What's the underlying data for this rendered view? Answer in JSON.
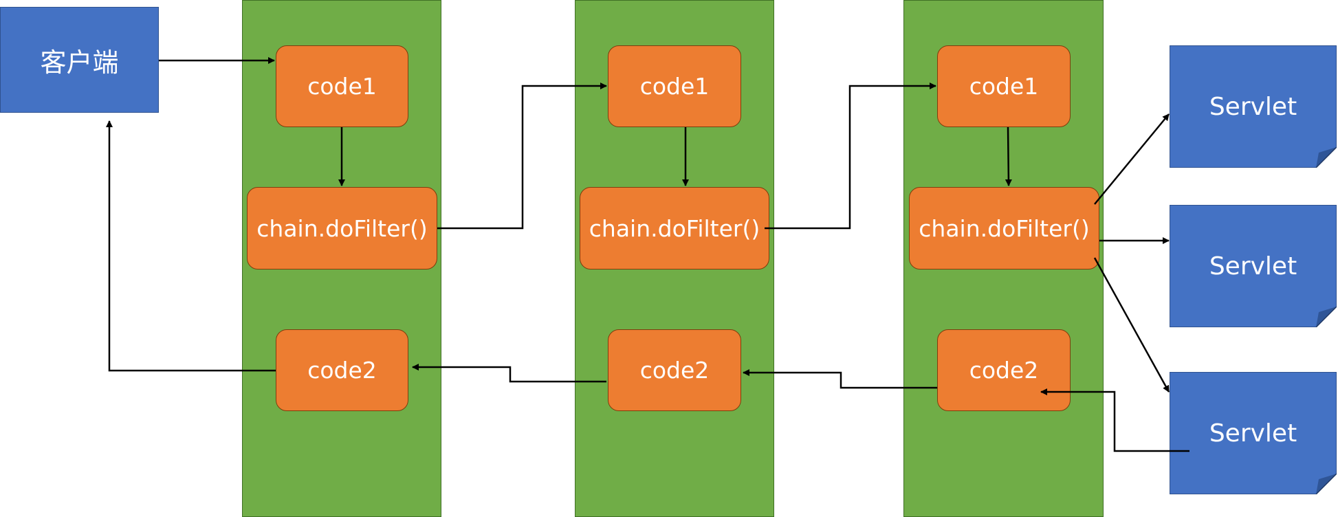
{
  "client": {
    "label": "客户端"
  },
  "filters": [
    {
      "code1": "code1",
      "chain": "chain.doFilter()",
      "code2": "code2"
    },
    {
      "code1": "code1",
      "chain": "chain.doFilter()",
      "code2": "code2"
    },
    {
      "code1": "code1",
      "chain": "chain.doFilter()",
      "code2": "code2"
    }
  ],
  "servlets": [
    {
      "label": "Servlet"
    },
    {
      "label": "Servlet"
    },
    {
      "label": "Servlet"
    }
  ],
  "colors": {
    "lane": "#70ad47",
    "box": "#ed7d31",
    "client": "#4472c4",
    "servlet": "#4472c4"
  }
}
